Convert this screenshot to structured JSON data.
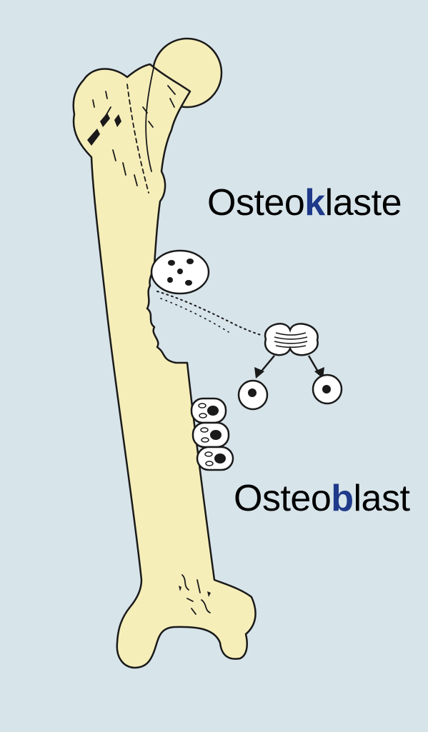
{
  "labels": {
    "osteoclasts": {
      "prefix": "Osteo",
      "highlight": "k",
      "suffix": "laste"
    },
    "osteoblasts": {
      "prefix": "Osteo",
      "highlight": "b",
      "suffix": "last"
    }
  },
  "colors": {
    "background": "#d7e4ea",
    "bone": "#f6eeb9",
    "outline": "#1a1a1a",
    "highlight_letter": "#1f3a8a"
  }
}
